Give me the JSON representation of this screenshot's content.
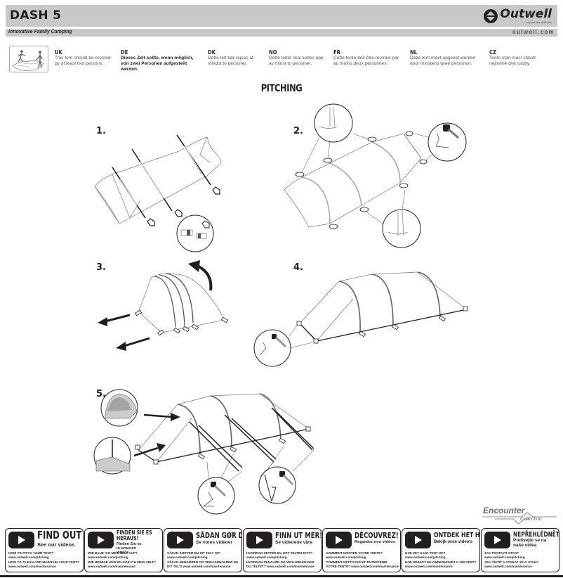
{
  "header": {
    "title": "DASH 5",
    "brand": "Outwell",
    "brand_tagline": "explore the outdoors",
    "subtitle": "Innovative Family Camping",
    "website": "outwell.com"
  },
  "notice": {
    "icon": "two-persons-erecting-tent-icon",
    "languages": [
      {
        "code": "UK",
        "text": "This tent should be erected by at least two persons."
      },
      {
        "code": "DE",
        "text": "Dieses Zelt sollte, wenn möglich, von zwei Personen aufgestellt werden."
      },
      {
        "code": "DK",
        "text": "Dette telt bør rejses af mindst to personer."
      },
      {
        "code": "NO",
        "text": "Dette teltet skal settes opp av minst to personer."
      },
      {
        "code": "FR",
        "text": "Cette tente doit être montée par au moins deux personnes."
      },
      {
        "code": "NL",
        "text": "Deze tent moet opgezet worden door minstens twee personen."
      },
      {
        "code": "CZ",
        "text": "Tento stan musí stavět nejméně dvě osoby."
      }
    ]
  },
  "section": {
    "title": "PITCHING",
    "steps": [
      {
        "number": "1.",
        "illustration": "insert-poles-into-sleeves"
      },
      {
        "number": "2.",
        "illustration": "peg-out-corners-and-attach-clips"
      },
      {
        "number": "3.",
        "illustration": "raise-tent-and-pull-out"
      },
      {
        "number": "4.",
        "illustration": "peg-out-tent-base"
      },
      {
        "number": "5.",
        "illustration": "attach-guy-lines-and-peg"
      }
    ]
  },
  "collection": {
    "name": "Encounter",
    "label": "Collection"
  },
  "footer": {
    "video_cards": [
      {
        "title": "FIND OUT!",
        "subtitle": "See our videos",
        "q1": "HOW TO PITCH YOUR TENT?",
        "url1": "www.outwell.com/pitching",
        "q2": "HOW TO CLEAN AND MAINTAIN YOUR TENT?",
        "url2": "www.outwell.com/maintenance"
      },
      {
        "title": "FINDEN SIE ES HERAUS!",
        "subtitle": "Finden Sie es in unseren videos",
        "q1": "WIE BAUE ICH MEIN ZELT AUF?",
        "url1": "www.outwell.com/pitching",
        "q2": "WIE REINIGE UND PFLEGE ICH MEIN ZELT?",
        "url2": "www.outwell.com/maintenance"
      },
      {
        "title": "SÅDAN GØR DU!",
        "subtitle": "Se vores videoer",
        "q1": "SÅDAN SÆTTER DU DIT TELT OP!",
        "url1": "www.outwell.com/pitching",
        "q2": "SÅDAN RENGØRER OG VEDLIGEHOLDER DU",
        "url2": "DIT TELT! www.outwell.com/maintenance"
      },
      {
        "title": "FINN UT MER!",
        "subtitle": "Se videoene våre",
        "q1": "HVORDAN SETTER DU OPP TELTET DITT?",
        "url1": "www.outwell.com/pitching",
        "q2": "HVORDAN RENGJØR OG VEDLIKEHOLDER",
        "url2": "DU TELTET? www.outwell.com/maintenance"
      },
      {
        "title": "DÉCOUVREZ!",
        "subtitle": "Regardez nos vidéos",
        "q1": "COMMENT MONTER VOTRE TENTE?",
        "url1": "www.outwell.com/pitching",
        "q2": "COMMENT NETTOYER ET ENTRETENIR",
        "url2": "VOTRE TENTE? www.outwell.com/maintenance"
      },
      {
        "title": "ONTDEK HET HIER!",
        "subtitle": "Bekijk onze video's",
        "q1": "HOE ZET U UW TENT OP?",
        "url1": "www.outwell.com/pitching",
        "q2": "HOE REINIGT EN ONDERHOUDT U UW TENT?",
        "url2": "www.outwell.com/maintenance"
      },
      {
        "title": "NEPŘEHLÉDNĚTE!",
        "subtitle": "Podívejte se na naše videa",
        "q1": "JAK POSTAVIT STAN?",
        "url1": "www.outwell.com/pitching",
        "q2": "JAK ČISTIT A STARAT SE O STAN?",
        "url2": "www.outwell.com/maintenance"
      }
    ]
  },
  "colors": {
    "header_bg": "#c8c8c8",
    "text": "#231f20",
    "muted_text": "#555555",
    "brand_grey": "#6d6e71"
  }
}
